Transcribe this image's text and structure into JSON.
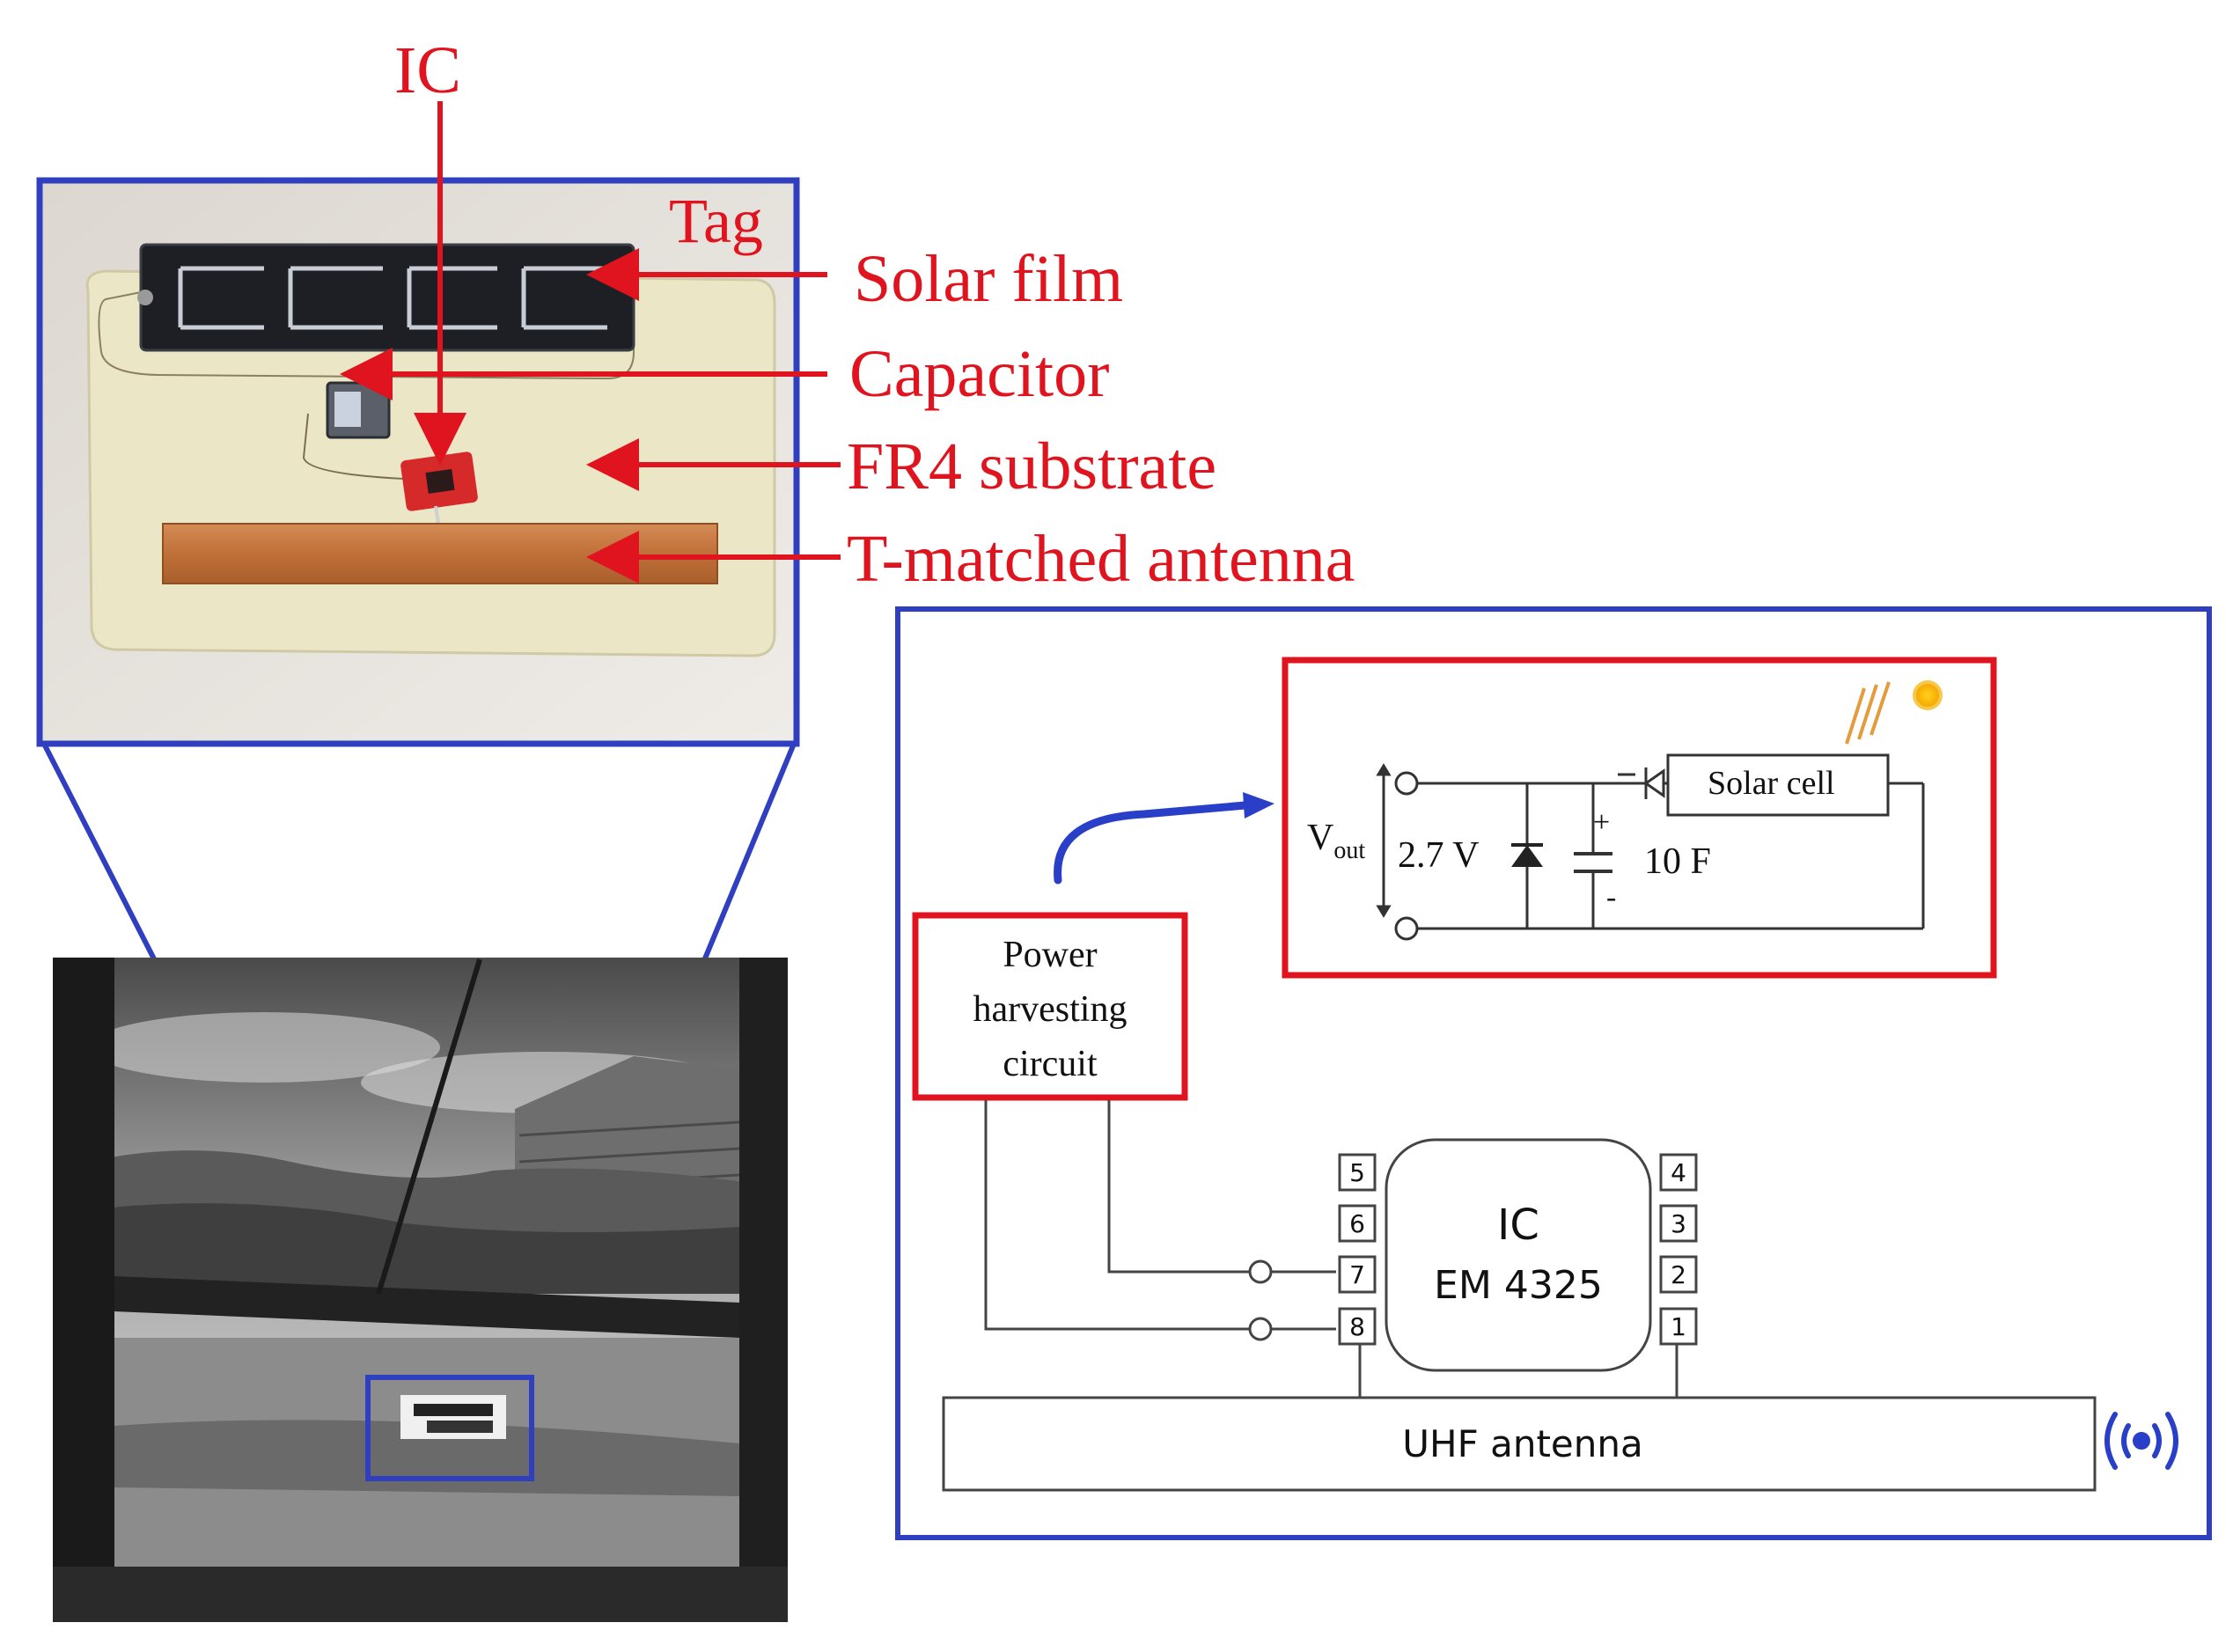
{
  "callouts": {
    "ic": "IC",
    "tag": "Tag",
    "solar_film": "Solar film",
    "capacitor": "Capacitor",
    "substrate": "FR4 substrate",
    "antenna": "T-matched antenna"
  },
  "schematic": {
    "block_power": [
      "Power",
      "harvesting",
      "circuit"
    ],
    "vout_main": "V",
    "vout_sub": "out",
    "voltage": "2.7 V",
    "capacitance": "10 F",
    "plus": "+",
    "minus": "-",
    "solar_cell": "Solar cell",
    "ic_name": "IC",
    "ic_part": "EM 4325",
    "pins_left": [
      "5",
      "6",
      "7",
      "8"
    ],
    "pins_right": [
      "4",
      "3",
      "2",
      "1"
    ],
    "uhf_antenna": "UHF antenna"
  },
  "colors": {
    "callout_red": "#e0141f",
    "frame_blue": "#2f3fbf",
    "copper": "#c9773f",
    "substrate": "#ece8c9"
  },
  "icons": [
    "sun-icon",
    "light-rays-icon",
    "radio-waves-icon",
    "diode-icon",
    "capacitor-symbol"
  ]
}
